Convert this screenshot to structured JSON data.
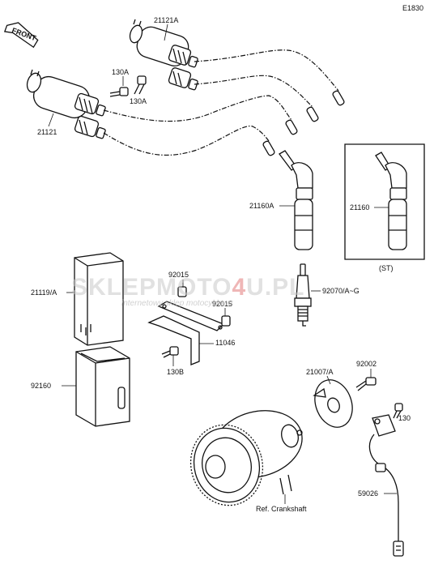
{
  "diagram": {
    "code": "E1830",
    "front_label": "FRONT",
    "labels": {
      "coil_top": "21121A",
      "coil_left": "21121",
      "bolt_a1": "130A",
      "bolt_a2": "130A",
      "cap_a": "21160A",
      "cap": "21160",
      "st": "(ST)",
      "igniter": "21119/A",
      "bracket_nut1": "92015",
      "bracket_nut2": "92015",
      "spark_plug": "92070/A~G",
      "bracket": "11046",
      "bolt_b": "130B",
      "case": "92160",
      "rotor": "21007/A",
      "screw": "92002",
      "bolt": "130",
      "pickup": "59026",
      "crank_ref": "Ref. Crankshaft"
    },
    "watermark": {
      "brand_a": "SKLEP",
      "brand_b": "MOTO",
      "brand_c": "4",
      "brand_d": "U.PL",
      "tagline": "internetowy sklep motocyklowy"
    }
  }
}
